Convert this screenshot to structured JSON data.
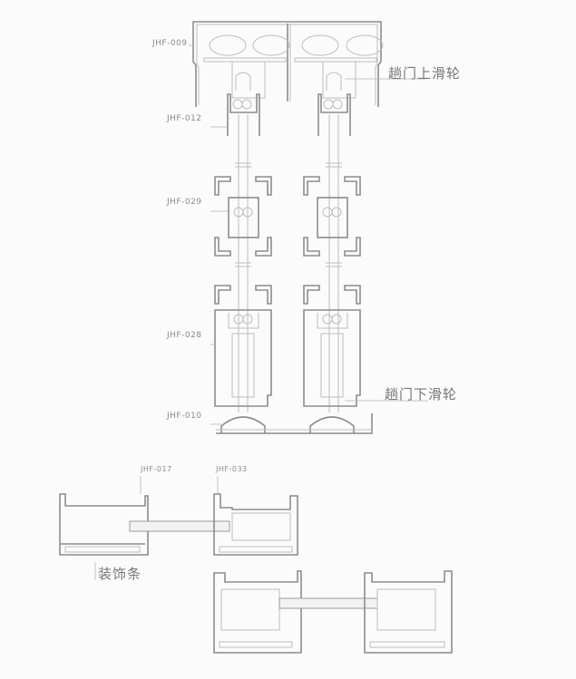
{
  "labels": {
    "jhf009": "JHF-009",
    "jhf012": "JHF-012",
    "jhf029": "JHF-029",
    "jhf028": "JHF-028",
    "jhf010": "JHF-010",
    "jhf017": "JHF-017",
    "jhf033": "JHF-033"
  },
  "annotations": {
    "upper_roller": "趟门上滑轮",
    "lower_roller": "趟门下滑轮",
    "trim_strip": "装饰条"
  }
}
